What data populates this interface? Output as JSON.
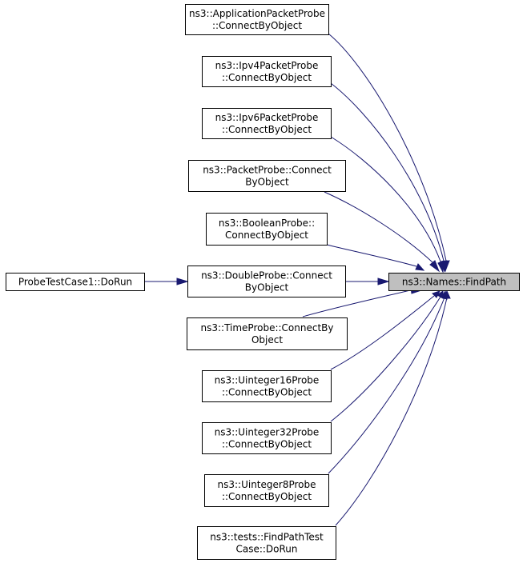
{
  "diagram": {
    "title": "",
    "edge_color": "#191970",
    "focus_fill": "#bfbfbf",
    "focus_node": {
      "id": "findpath",
      "lines": [
        "ns3::Names::FindPath"
      ]
    },
    "caller_nodes": [
      {
        "id": "app",
        "lines": [
          "ns3::ApplicationPacketProbe",
          "::ConnectByObject"
        ]
      },
      {
        "id": "ipv4",
        "lines": [
          "ns3::Ipv4PacketProbe",
          "::ConnectByObject"
        ]
      },
      {
        "id": "ipv6",
        "lines": [
          "ns3::Ipv6PacketProbe",
          "::ConnectByObject"
        ]
      },
      {
        "id": "packet",
        "lines": [
          "ns3::PacketProbe::Connect",
          "ByObject"
        ]
      },
      {
        "id": "boolean",
        "lines": [
          "ns3::BooleanProbe::",
          "ConnectByObject"
        ]
      },
      {
        "id": "double",
        "lines": [
          "ns3::DoubleProbe::Connect",
          "ByObject"
        ]
      },
      {
        "id": "time",
        "lines": [
          "ns3::TimeProbe::ConnectBy",
          "Object"
        ]
      },
      {
        "id": "uint16",
        "lines": [
          "ns3::Uinteger16Probe",
          "::ConnectByObject"
        ]
      },
      {
        "id": "uint32",
        "lines": [
          "ns3::Uinteger32Probe",
          "::ConnectByObject"
        ]
      },
      {
        "id": "uint8",
        "lines": [
          "ns3::Uinteger8Probe",
          "::ConnectByObject"
        ]
      },
      {
        "id": "findpathtest",
        "lines": [
          "ns3::tests::FindPathTest",
          "Case::DoRun"
        ]
      }
    ],
    "extra_nodes": [
      {
        "id": "probetest",
        "lines": [
          "ProbeTestCase1::DoRun"
        ]
      }
    ],
    "edges": [
      {
        "from": "app",
        "to": "findpath"
      },
      {
        "from": "ipv4",
        "to": "findpath"
      },
      {
        "from": "ipv6",
        "to": "findpath"
      },
      {
        "from": "packet",
        "to": "findpath"
      },
      {
        "from": "boolean",
        "to": "findpath"
      },
      {
        "from": "double",
        "to": "findpath"
      },
      {
        "from": "time",
        "to": "findpath"
      },
      {
        "from": "uint16",
        "to": "findpath"
      },
      {
        "from": "uint32",
        "to": "findpath"
      },
      {
        "from": "uint8",
        "to": "findpath"
      },
      {
        "from": "findpathtest",
        "to": "findpath"
      },
      {
        "from": "probetest",
        "to": "double"
      }
    ]
  }
}
